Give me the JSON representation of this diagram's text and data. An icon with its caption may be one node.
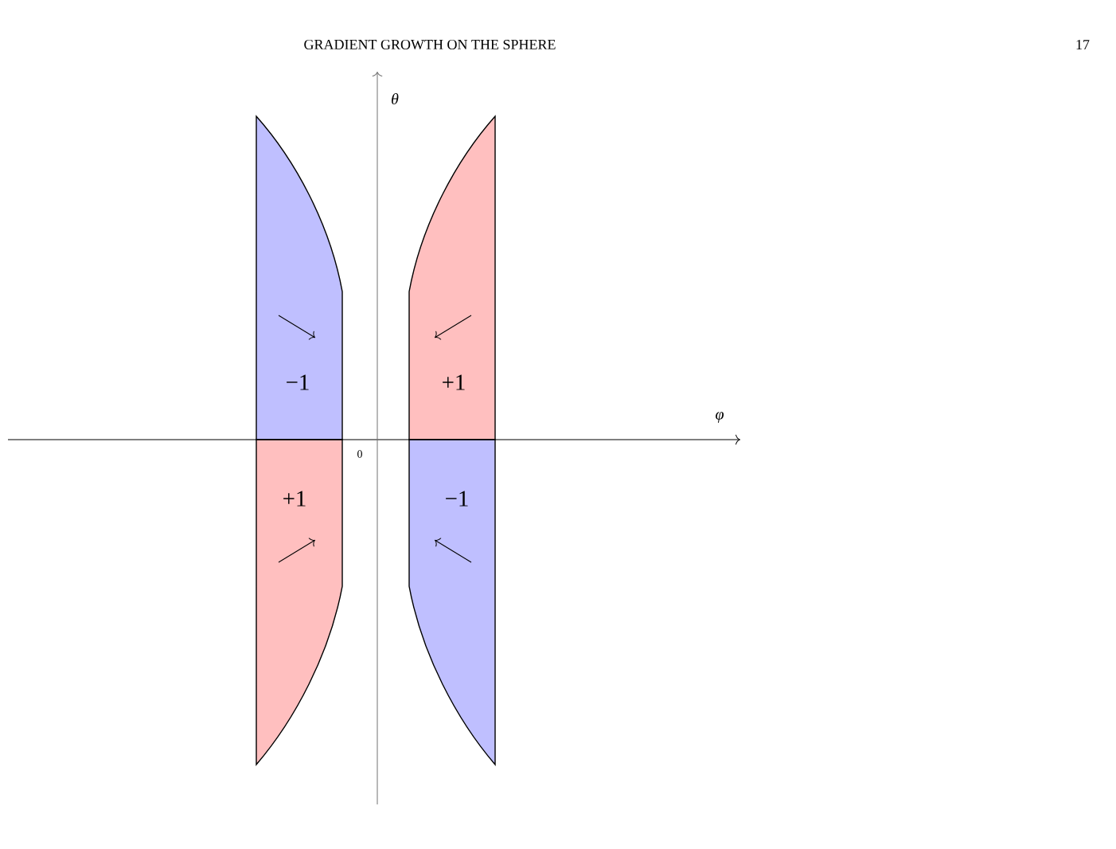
{
  "diagram": {
    "nodes": [
      {
        "text": [
          "−1"
        ]
      },
      {
        "text": [
          "+1"
        ]
      },
      {
        "text": [
          "+1"
        ]
      },
      {
        "text": [
          "−1"
        ]
      }
    ],
    "labels": [
      "GRADIENT GROWTH ON THE SPHERE",
      "17",
      "θ",
      "φ",
      "0"
    ]
  }
}
